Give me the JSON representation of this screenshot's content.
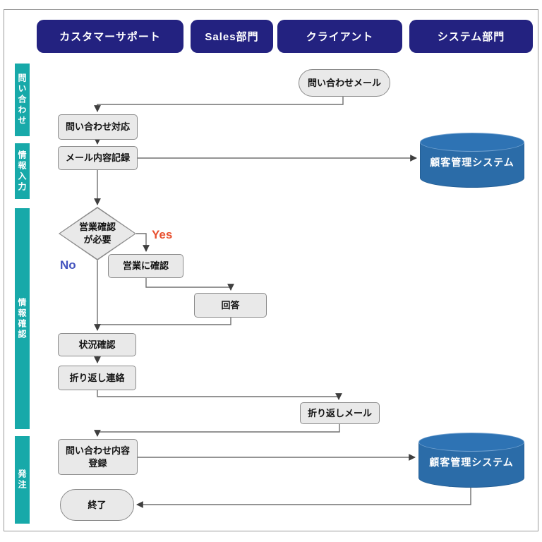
{
  "lanes": [
    {
      "label": "カスタマーサポート"
    },
    {
      "label": "Sales部門"
    },
    {
      "label": "クライアント"
    },
    {
      "label": "システム部門"
    }
  ],
  "phases": [
    {
      "label": "問い合わせ"
    },
    {
      "label": "情報入力"
    },
    {
      "label": "情報確認"
    },
    {
      "label": "発注"
    }
  ],
  "nodes": {
    "inquiry_mail": "問い合わせメール",
    "inquiry_response": "問い合わせ対応",
    "mail_record": "メール内容記録",
    "crm_db_1": "顧客管理システム",
    "decision_line1": "営業確認",
    "decision_line2": "が必要",
    "sales_confirm": "営業に確認",
    "answer": "回答",
    "status_check": "状況確認",
    "callback_contact": "折り返し連絡",
    "callback_mail": "折り返しメール",
    "inquiry_register_line1": "問い合わせ内容",
    "inquiry_register_line2": "登録",
    "crm_db_2": "顧客管理システム",
    "end": "終了"
  },
  "branch_labels": {
    "yes": "Yes",
    "no": "No"
  },
  "colors": {
    "lane_header": "#232280",
    "phase_bar": "#17A9A9",
    "database": "#2B6CA8",
    "node_fill": "#E9E9E9",
    "node_border": "#8A8A8A",
    "yes_label": "#E8502F",
    "no_label": "#4353BE",
    "connector": "#707070"
  }
}
